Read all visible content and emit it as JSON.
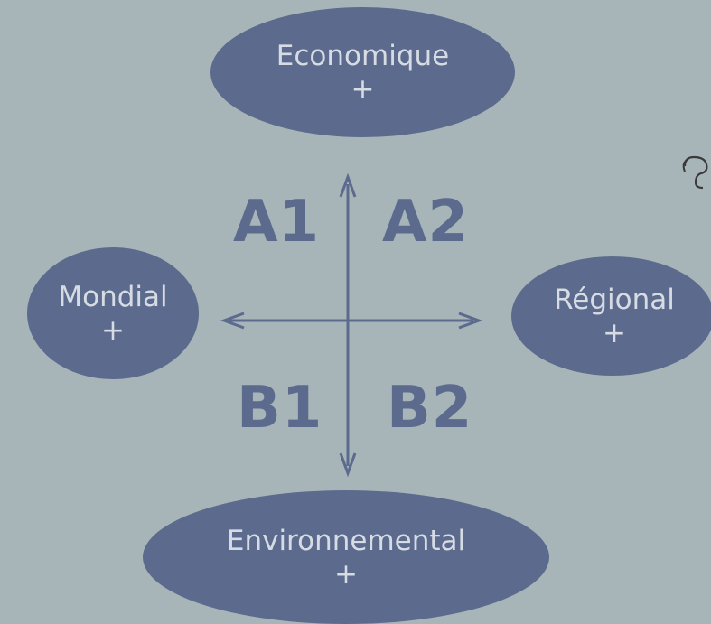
{
  "nodes": {
    "economique": {
      "label": "Economique",
      "sign": "+"
    },
    "mondial": {
      "label": "Mondial",
      "sign": "+"
    },
    "regional": {
      "label": "Régional",
      "sign": "+"
    },
    "environnemental": {
      "label": "Environnemental",
      "sign": "+"
    }
  },
  "quadrants": {
    "a1": "A1",
    "a2": "A2",
    "b1": "B1",
    "b2": "B2"
  },
  "colors": {
    "background": "#a7b5b9",
    "shape": "#5c6b8d",
    "text_on_shape": "#d6dbe4"
  }
}
